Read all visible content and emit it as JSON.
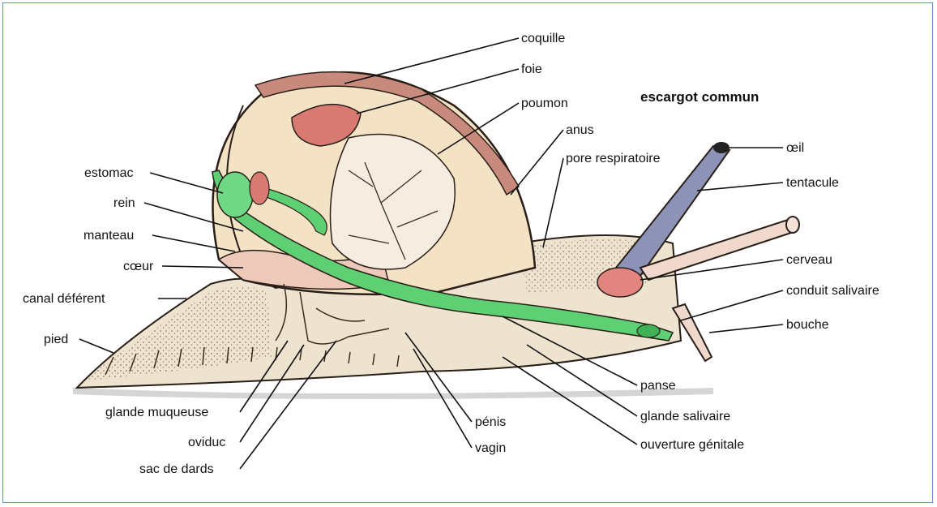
{
  "title": "escargot commun",
  "labels": {
    "coquille": "coquille",
    "foie": "foie",
    "poumon": "poumon",
    "anus": "anus",
    "pore_respiratoire": "pore respiratoire",
    "oeil": "œil",
    "tentacule": "tentacule",
    "cerveau": "cerveau",
    "conduit_salivaire": "conduit salivaire",
    "bouche": "bouche",
    "estomac": "estomac",
    "rein": "rein",
    "manteau": "manteau",
    "coeur": "cœur",
    "canal_deferent": "canal déférent",
    "pied": "pied",
    "glande_muqueuse": "glande muqueuse",
    "oviduc": "oviduc",
    "sac_de_dards": "sac de dards",
    "penis": "pénis",
    "vagin": "vagin",
    "panse": "panse",
    "glande_salivaire": "glande salivaire",
    "ouverture_genitale": "ouverture génitale"
  },
  "colors": {
    "frame_border": "#5b8fd0",
    "shell_outer": "#c98a7e",
    "shell_inner": "#f3e2c4",
    "foot": "#eee3cf",
    "digestive_tract": "#5fcf73",
    "liver": "#d97a72",
    "mantle": "#ecc9b8"
  }
}
